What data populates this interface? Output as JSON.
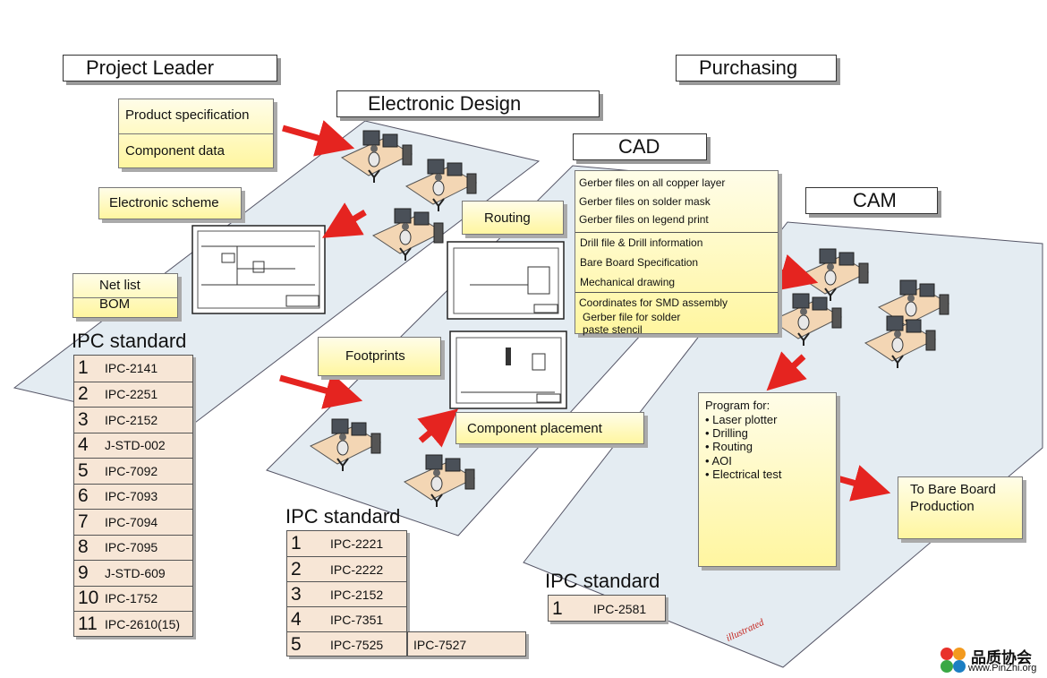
{
  "headers": {
    "project_leader": "Project Leader",
    "purchasing": "Purchasing",
    "electronic_design": "Electronic Design",
    "cad": "CAD",
    "cam": "CAM"
  },
  "notes": {
    "product_spec": "Product specification",
    "component_data": "Component data",
    "electronic_scheme": "Electronic scheme",
    "net_list": "Net list",
    "bom": "BOM",
    "routing": "Routing",
    "footprints": "Footprints",
    "component_placement": "Component placement",
    "cad_outputs": [
      "Gerber files on all copper layer",
      "Gerber files on solder mask",
      "Gerber files on legend print",
      "Drill file & Drill information",
      "Bare Board Specification",
      "Mechanical drawing",
      "Coordinates for SMD assembly",
      "Gerber file for solder",
      "paste stencil"
    ],
    "program_title": "Program for:",
    "program_items": [
      "• Laser plotter",
      "• Drilling",
      "• Routing",
      "• AOI",
      "• Electrical test"
    ],
    "bare_board_1": "To Bare Board",
    "bare_board_2": "Production"
  },
  "ipc_left": {
    "title": "IPC standard",
    "rows": [
      {
        "n": "1",
        "code": "IPC-2141"
      },
      {
        "n": "2",
        "code": "IPC-2251"
      },
      {
        "n": "3",
        "code": "IPC-2152"
      },
      {
        "n": "4",
        "code": "J-STD-002"
      },
      {
        "n": "5",
        "code": "IPC-7092"
      },
      {
        "n": "6",
        "code": "IPC-7093"
      },
      {
        "n": "7",
        "code": "IPC-7094"
      },
      {
        "n": "8",
        "code": "IPC-7095"
      },
      {
        "n": "9",
        "code": "J-STD-609"
      },
      {
        "n": "10",
        "code": "IPC-1752"
      },
      {
        "n": "11",
        "code": "IPC-2610(15)"
      }
    ]
  },
  "ipc_middle": {
    "title": "IPC standard",
    "rows": [
      {
        "n": "1",
        "code": "IPC-2221"
      },
      {
        "n": "2",
        "code": "IPC-2222"
      },
      {
        "n": "3",
        "code": "IPC-2152"
      },
      {
        "n": "4",
        "code": "IPC-7351"
      },
      {
        "n": "5",
        "code": "IPC-7525"
      }
    ],
    "extra": "IPC-7527"
  },
  "ipc_right": {
    "title": "IPC standard",
    "rows": [
      {
        "n": "1",
        "code": "IPC-2581"
      }
    ]
  },
  "watermark": {
    "brand": "品质协会",
    "url": "www.PinZhi.org",
    "signature": "illustrated"
  },
  "colors": {
    "platform": "#e4ecf2",
    "note_fill": "#fff6a0",
    "table_fill": "#f7e6d6",
    "arrow": "#e52420"
  }
}
